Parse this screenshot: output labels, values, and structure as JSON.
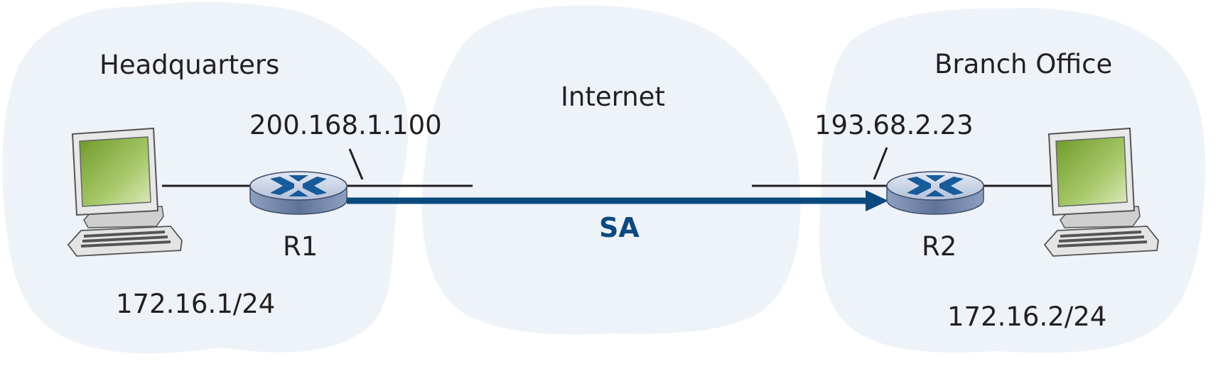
{
  "regions": {
    "hq": "Headquarters",
    "internet": "Internet",
    "branch": "Branch Office"
  },
  "routers": {
    "r1": {
      "name": "R1",
      "public_ip": "200.168.1.100",
      "subnet": "172.16.1/24"
    },
    "r2": {
      "name": "R2",
      "public_ip": "193.68.2.23",
      "subnet": "172.16.2/24"
    }
  },
  "tunnel": {
    "label": "SA"
  },
  "colors": {
    "cloud_fill": "#eef2f9",
    "tunnel": "#0c4a7d",
    "router_top": "#c9d3e6",
    "router_side": "#6f84a8",
    "router_x": "#175b9a",
    "screen": "#9dbf5a",
    "computer_body": "#e6e6e6"
  },
  "icons": [
    "cloud-shape",
    "router-icon",
    "desktop-computer-icon"
  ]
}
